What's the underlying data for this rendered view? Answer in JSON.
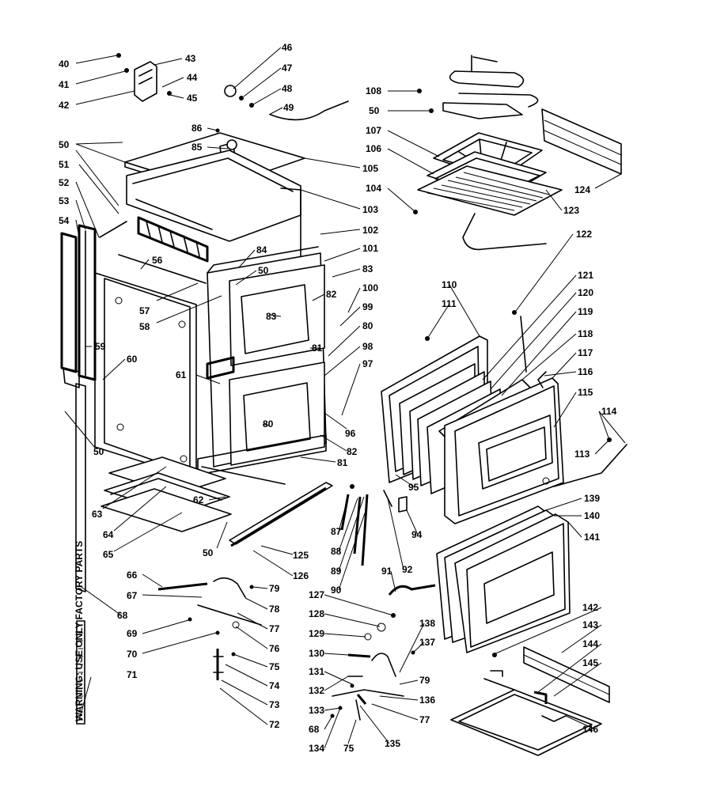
{
  "callouts": {
    "c40": "40",
    "c41": "41",
    "c42": "42",
    "c43": "43",
    "c44": "44",
    "c45": "45",
    "c46": "46",
    "c47": "47",
    "c48": "48",
    "c49": "49",
    "c50a": "50",
    "c86": "86",
    "c85": "85",
    "c105": "105",
    "c103": "103",
    "c102": "102",
    "c51": "51",
    "c52": "52",
    "c53": "53",
    "c54": "54",
    "c56": "56",
    "c84": "84",
    "c50b": "50",
    "c101": "101",
    "c83a": "83",
    "c100": "100",
    "c82a": "82",
    "c57": "57",
    "c58": "58",
    "c83b": "83",
    "c99": "99",
    "c80a": "80",
    "c59": "59",
    "c81a": "81",
    "c98": "98",
    "c60": "60",
    "c97": "97",
    "c61": "61",
    "c80b": "80",
    "c96": "96",
    "c82b": "82",
    "c81b": "81",
    "c50c": "50",
    "c63": "63",
    "c64": "64",
    "c65": "65",
    "c62": "62",
    "c50d": "50",
    "c125": "125",
    "c126": "126",
    "c66": "66",
    "c67": "67",
    "c68": "68",
    "c69": "69",
    "c70": "70",
    "c71": "71",
    "c79a": "79",
    "c78": "78",
    "c77a": "77",
    "c76": "76",
    "c75a": "75",
    "c74": "74",
    "c73": "73",
    "c72": "72",
    "c108": "108",
    "c50e": "50",
    "c107": "107",
    "c106": "106",
    "c104": "104",
    "c124": "124",
    "c123": "123",
    "c122": "122",
    "c121": "121",
    "c120": "120",
    "c119": "119",
    "c118": "118",
    "c117": "117",
    "c116": "116",
    "c115": "115",
    "c114": "114",
    "c113": "113",
    "c110": "110",
    "c111": "111",
    "c95": "95",
    "c87": "87",
    "c88": "88",
    "c89": "89",
    "c90": "90",
    "c94": "94",
    "c92": "92",
    "c91": "91",
    "c139": "139",
    "c140": "140",
    "c141": "141",
    "c127": "127",
    "c128": "128",
    "c129": "129",
    "c130": "130",
    "c131": "131",
    "c132": "132",
    "c133": "133",
    "c68b": "68",
    "c134": "134",
    "c75b": "75",
    "c135": "135",
    "c77b": "77",
    "c136": "136",
    "c79b": "79",
    "c137": "137",
    "c138": "138",
    "c142": "142",
    "c143": "143",
    "c144": "144",
    "c145": "145",
    "c146": "146"
  },
  "vertical_code": "WARNING: USE ONLY FACTORY PARTS"
}
